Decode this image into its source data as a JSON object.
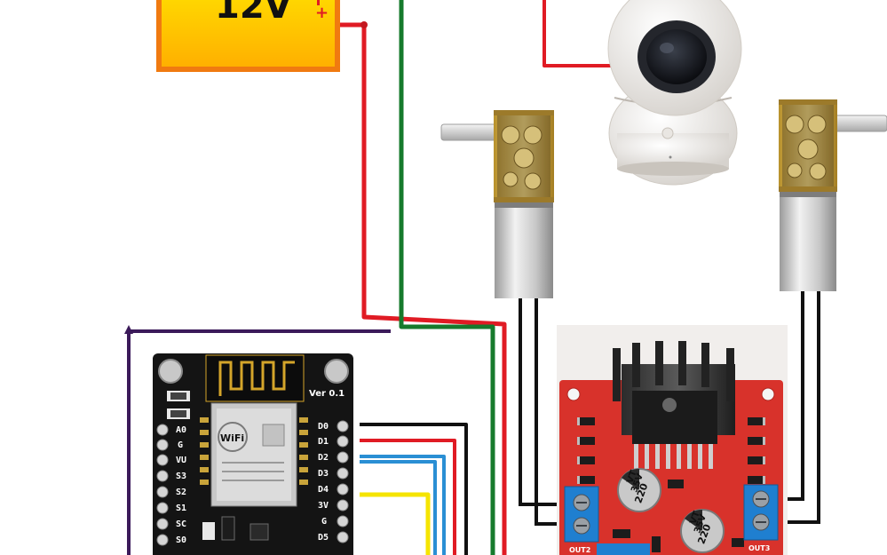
{
  "battery": {
    "voltage_label": "12V",
    "plus_label": "+"
  },
  "nodemcu": {
    "version_label": "Ver 0.1",
    "wifi_label": "WiFi",
    "left_pins": [
      "A0",
      "G",
      "VU",
      "S3",
      "S2",
      "S1",
      "SC",
      "S0"
    ],
    "right_pins": [
      "D0",
      "D1",
      "D2",
      "D3",
      "D4",
      "3V",
      "G",
      "D5"
    ]
  },
  "driver": {
    "cap_left": {
      "top": "220",
      "mid": "35V",
      "bottom": "VT"
    },
    "cap_right": {
      "top": "220",
      "mid": "35V",
      "bottom": "VT"
    },
    "out_left_label": "OUT2",
    "out_right_label": "OUT3"
  },
  "colors": {
    "wire_red": "#e01b24",
    "wire_green": "#167a2c",
    "wire_black": "#111111",
    "wire_blue": "#2a8fd4",
    "wire_yellow": "#f5e400",
    "wire_purple": "#3b1a5a",
    "battery_fill": "#ffc400",
    "battery_border": "#f07a10",
    "driver_board": "#d8322b",
    "nodemcu_board": "#141414"
  }
}
